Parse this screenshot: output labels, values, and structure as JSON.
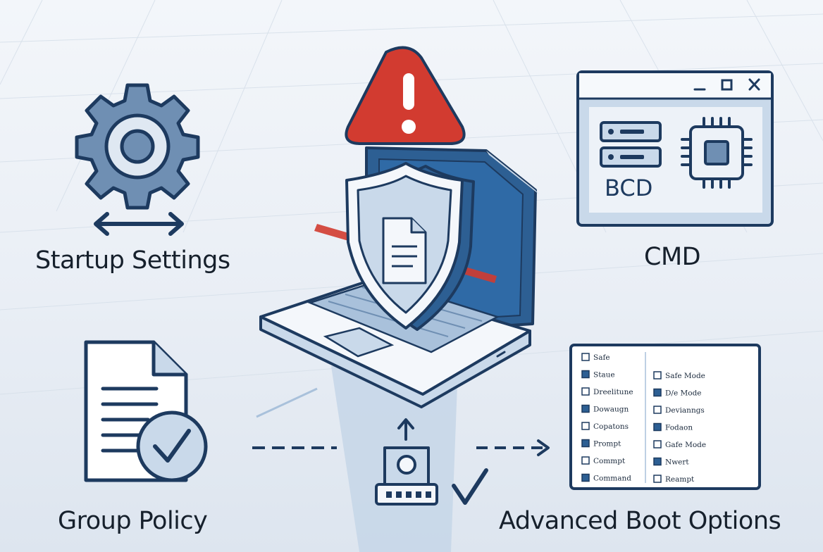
{
  "labels": {
    "startup": "Startup Settings",
    "cmd": "CMD",
    "group_policy": "Group Policy",
    "advanced": "Advanced Boot Options"
  },
  "cmd_window": {
    "bcd_text": "BCD"
  },
  "boot_menu": {
    "left": [
      "Safe",
      "Staue",
      "Dreelitune",
      "Dowaugn",
      "Copatons",
      "Prompt",
      "Commpt",
      "Command"
    ],
    "right": [
      "Safe Mode",
      "D/e Mode",
      "Devianngs",
      "Fodaon",
      "Gafe Mode",
      "Nwert",
      "Reampt"
    ]
  },
  "colors": {
    "navy": "#1d3a5f",
    "blue": "#2d5f93",
    "light_blue": "#c9d9ea",
    "warning_red": "#d23b30",
    "gear_fill": "#6f8fb3"
  },
  "icons": [
    "gear-icon",
    "warning-icon",
    "shield-icon",
    "document-icon",
    "chip-icon",
    "server-icon",
    "check-icon",
    "usb-drive-icon"
  ]
}
